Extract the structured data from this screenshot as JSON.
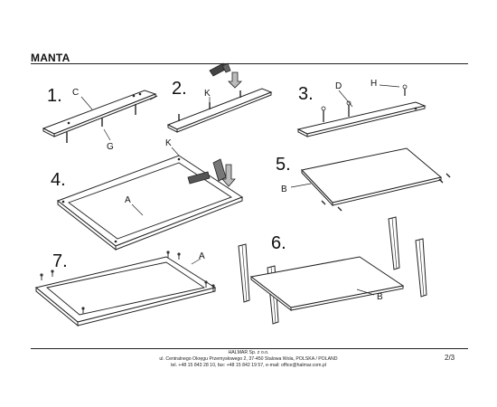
{
  "document": {
    "title": "MANTA",
    "page_number": "2/3",
    "footer": {
      "company": "HALMAR Sp. z o.o.",
      "address": "ul. Centralnego Okręgu Przemysłowego 2, 37-450 Stalowa Wola, POLSKA / POLAND",
      "contact": "tel. +48 15 843 28 10, fax: +48 15 842 19 57, e-mail: office@halmar.com.pl"
    }
  },
  "steps": {
    "s1": {
      "number": "1.",
      "part_top": "C",
      "part_bottom": "G"
    },
    "s2": {
      "number": "2.",
      "part": "K"
    },
    "s3": {
      "number": "3.",
      "part_left": "D",
      "part_right": "H"
    },
    "s4": {
      "number": "4.",
      "part_top": "K",
      "part_mid": "A"
    },
    "s5": {
      "number": "5.",
      "part": "B"
    },
    "s6": {
      "number": "6.",
      "part": "B"
    },
    "s7": {
      "number": "7.",
      "part": "A"
    }
  }
}
